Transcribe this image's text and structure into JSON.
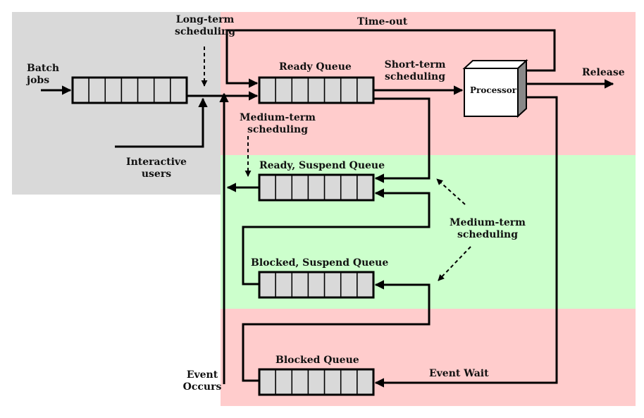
{
  "colors": {
    "gray_zone": "#d9d9d9",
    "pink_zone": "#ffcccc",
    "green_zone": "#ccffcc",
    "queue_fill": "#d9d9d9",
    "processor_fill": "#ffffff",
    "processor_shadow": "#888888",
    "line": "#000000"
  },
  "labels": {
    "time_out": "Time-out",
    "long_term": "Long-term\nscheduling",
    "batch_jobs": "Batch\njobs",
    "ready_queue": "Ready Queue",
    "short_term": "Short-term\nscheduling",
    "processor": "Processor",
    "release": "Release",
    "medium_term_top": "Medium-term\nscheduling",
    "interactive_users": "Interactive\nusers",
    "ready_suspend_queue": "Ready, Suspend Queue",
    "medium_term_right": "Medium-term\nscheduling",
    "blocked_suspend_queue": "Blocked, Suspend Queue",
    "event_occurs": "Event\nOccurs",
    "blocked_queue": "Blocked Queue",
    "event_wait": "Event Wait"
  },
  "queues": [
    {
      "id": "batch-queue",
      "slots": 7
    },
    {
      "id": "ready-queue",
      "slots": 7
    },
    {
      "id": "ready-suspend-queue",
      "slots": 7
    },
    {
      "id": "blocked-suspend-queue",
      "slots": 7
    },
    {
      "id": "blocked-queue",
      "slots": 7
    }
  ]
}
